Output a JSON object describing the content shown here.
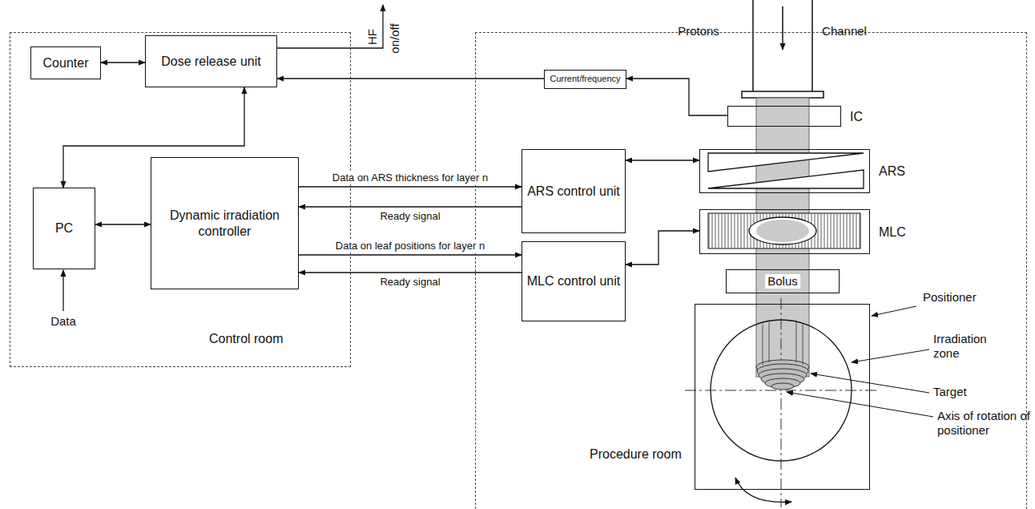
{
  "diagram": {
    "nodes": [
      {
        "text": [
          "Control room"
        ]
      },
      {
        "text": [
          "Counter"
        ],
        "in": 0
      },
      {
        "text": [
          "Dose release unit"
        ],
        "in": 0
      },
      {
        "text": [
          "PC"
        ],
        "in": 0
      },
      {
        "text": [
          "Dynamic irradiation controller"
        ],
        "in": 0
      },
      {
        "text": [
          "Procedure room"
        ]
      },
      {
        "text": [
          "Current/frequency"
        ],
        "in": 5
      },
      {
        "text": [
          "IC"
        ],
        "in": 5
      },
      {
        "text": [
          "ARS control unit"
        ],
        "in": 5
      },
      {
        "text": [
          "ARS"
        ],
        "in": 5
      },
      {
        "text": [
          "MLC control unit"
        ],
        "in": 5
      },
      {
        "text": [
          "MLC"
        ],
        "in": 5
      },
      {
        "text": [
          "Bolus"
        ],
        "in": 5
      },
      {
        "text": [
          "Positioner"
        ],
        "in": 5
      }
    ],
    "edges": [
      {
        "from": 1,
        "to": 2,
        "arrow": "both"
      },
      {
        "from": 6,
        "to": 2,
        "arrow": "to"
      },
      {
        "from": 7,
        "to": 6,
        "arrow": "to"
      },
      {
        "from": 2,
        "to": 3,
        "arrow": "both"
      },
      {
        "from": 3,
        "to": 4,
        "arrow": "both"
      },
      {
        "from": 4,
        "to": 8,
        "label": "Data on ARS thickness for layer n",
        "arrow": "to"
      },
      {
        "from": 8,
        "to": 4,
        "label": "Ready signal",
        "arrow": "to"
      },
      {
        "from": 4,
        "to": 10,
        "label": "Data on leaf positions for layer n",
        "arrow": "to"
      },
      {
        "from": 10,
        "to": 4,
        "label": "Ready signal",
        "arrow": "to"
      },
      {
        "from": 8,
        "to": 9,
        "arrow": "both"
      },
      {
        "from": 10,
        "to": 11,
        "arrow": "both"
      }
    ],
    "labels": [
      "HF",
      "on/off",
      "Protons",
      "Channel",
      "Data",
      "Irradiation zone",
      "Target",
      "Axis of rotation of positioner"
    ]
  }
}
